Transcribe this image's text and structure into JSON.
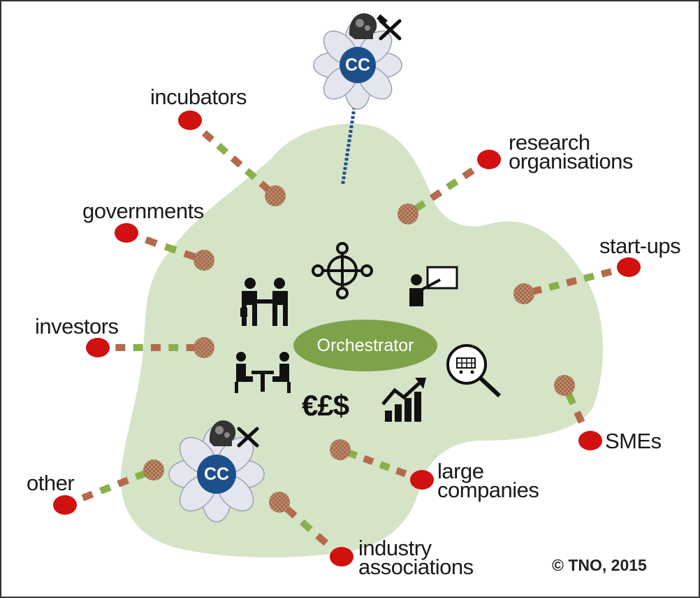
{
  "labels": {
    "incubators": "incubators",
    "governments": "governments",
    "investors": "investors",
    "other": "other",
    "research_line1": "research",
    "research_line2": "organisations",
    "startups": "start-ups",
    "smes": "SMEs",
    "large_line1": "large",
    "large_line2": "companies",
    "industry_line1": "industry",
    "industry_line2": "associations"
  },
  "center": {
    "orchestrator": "Orchestrator",
    "currency": "€£$"
  },
  "cc_top": "CC",
  "cc_bottom": "CC",
  "copyright": "© TNO, 2015",
  "colors": {
    "blob": "#d5e4c6",
    "orchestrator_oval": "#7ea24a",
    "endpoint": "#d11010",
    "dash_brown": "#b46a4a",
    "dash_green": "#8ab04a",
    "cc_blue": "#1d4f8c"
  },
  "icons": [
    "handshake-icon",
    "network-hub-icon",
    "presenter-icon",
    "meeting-table-icon",
    "shopping-cart-search-icon",
    "growth-chart-icon",
    "head-gears-icon",
    "hammer-wrench-icon"
  ]
}
